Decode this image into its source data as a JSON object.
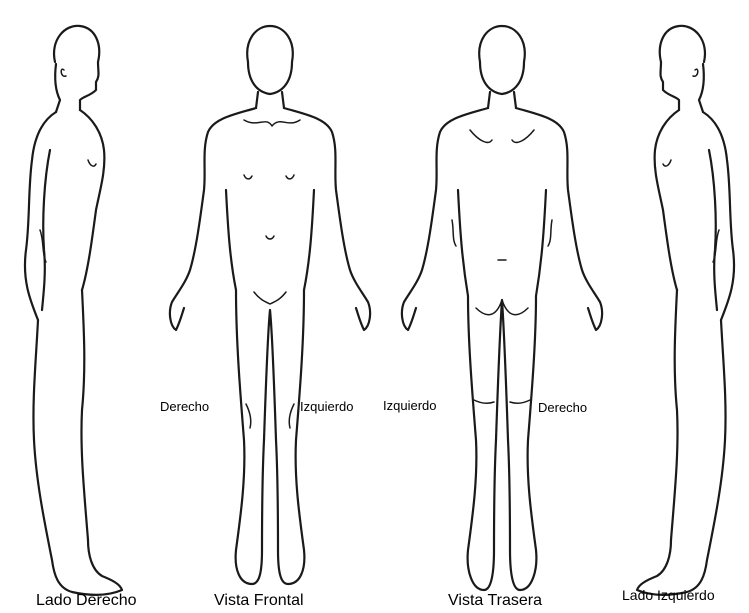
{
  "figure_labels": {
    "right_side": "Lado Derecho",
    "front_view": "Vista Frontal",
    "back_view": "Vista Trasera",
    "left_side": "Lado Izquierdo"
  },
  "side_labels": {
    "front_right": "Derecho",
    "front_left": "Izquierdo",
    "back_left": "Izquierdo",
    "back_right": "Derecho"
  },
  "icons": [
    "body-right-profile",
    "body-front",
    "body-back",
    "body-left-profile"
  ],
  "colors": {
    "line": "#1a1a1a",
    "background": "#ffffff",
    "text": "#000000"
  }
}
